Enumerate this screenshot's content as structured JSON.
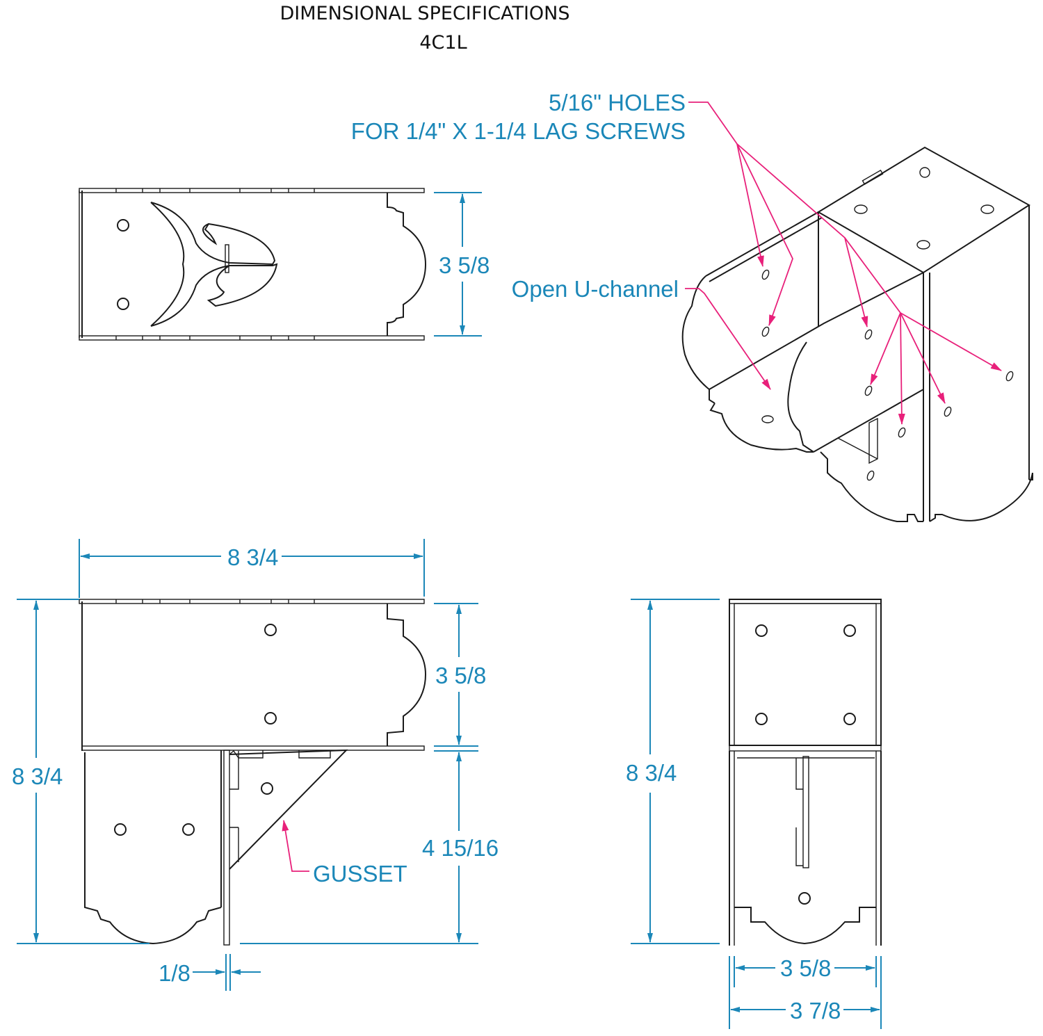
{
  "title": {
    "line1": "DIMENSIONAL SPECIFICATIONS",
    "line2": "4C1L"
  },
  "colors": {
    "dimension": "#1b87b8",
    "leader": "#e8207a",
    "linework": "#1a1a1a",
    "background": "#ffffff"
  },
  "views": {
    "top_view": {
      "width_dim": "3 5/8"
    },
    "isometric_view": {
      "callout_holes_line1": "5/16\" HOLES",
      "callout_holes_line2": "FOR 1/4\" X 1-1/4 LAG SCREWS",
      "callout_channel": "Open U-channel"
    },
    "side_view": {
      "overall_length": "8 3/4",
      "overall_height": "8 3/4",
      "channel_height": "3 5/8",
      "leg_height": "4 15/16",
      "gusset_label": "GUSSET",
      "thickness": "1/8"
    },
    "end_view": {
      "overall_height": "8 3/4",
      "inner_width": "3 5/8",
      "outer_width": "3 7/8"
    }
  }
}
